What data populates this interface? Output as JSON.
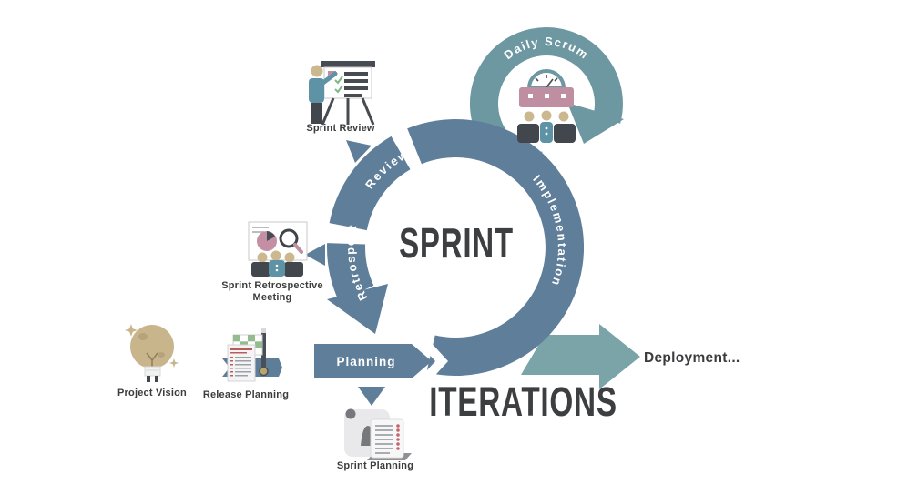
{
  "diagram": {
    "sprint": "SPRINT",
    "iterations": "ITERATIONS",
    "deployment": "Deployment..."
  },
  "cycle": {
    "planning": "Planning",
    "implementation": "Implementation",
    "review": "Review",
    "retrospect": "Retrospect",
    "daily_scrum": "Daily Scrum"
  },
  "artifacts": {
    "sprint_review": "Sprint Review",
    "sprint_retrospective": "Sprint Retrospective",
    "sprint_retrospective_line2": "Meeting",
    "project_vision": "Project Vision",
    "release_planning": "Release Planning",
    "sprint_planning": "Sprint Planning"
  },
  "colors": {
    "ring": "#5f7e9a",
    "loop": "#6d98a2",
    "deploy_arrow": "#7ba4a9",
    "text_dark": "#3d3e40",
    "tan": "#cbb88f",
    "pink": "#c08ea1",
    "teal_person": "#5d93a5",
    "dark_slate": "#42464d",
    "check_green": "#93bd8e",
    "paper": "#ececee",
    "red_accent": "#b85c5c"
  }
}
